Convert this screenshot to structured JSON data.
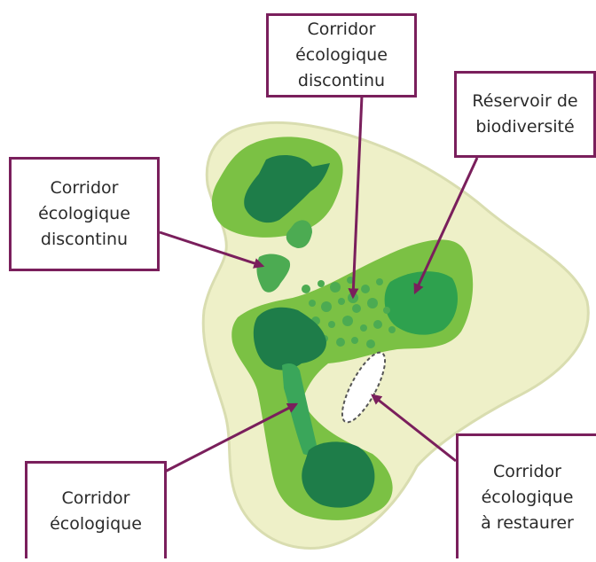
{
  "labels": {
    "corridor_discontinu_top": [
      "Corridor",
      "écologique",
      "discontinu"
    ],
    "reservoir": [
      "Réservoir de",
      "biodiversité"
    ],
    "corridor_discontinu_left": [
      "Corridor",
      "écologique",
      "discontinu"
    ],
    "corridor_ecologique": [
      "Corridor",
      "écologique"
    ],
    "corridor_a_restaurer": [
      "Corridor",
      "écologique",
      "à restaurer"
    ]
  },
  "colors": {
    "outer_zone": "#eef0c8",
    "outer_zone_stroke": "#d9ddb0",
    "buffer_zone": "#7bc144",
    "core_zone": "#1e7d49",
    "mid_zone": "#33a84f",
    "patch": "#4cab52",
    "arrow": "#7a1f5c",
    "box_border": "#7a1f5c"
  }
}
